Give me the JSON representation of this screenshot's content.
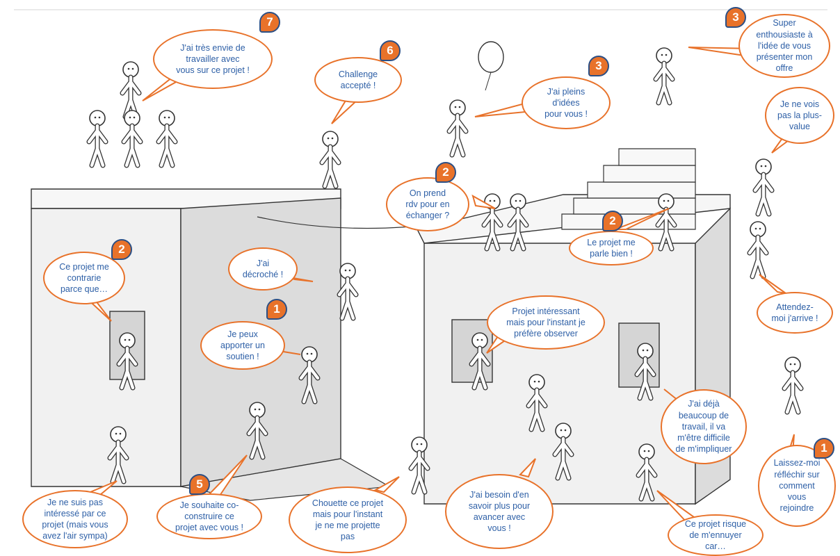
{
  "colors": {
    "accent": "#e8722a",
    "text": "#2d5fa6",
    "badge_border": "#2b4f85",
    "building": "#eeeeee",
    "outline": "#333333"
  },
  "bubbles": [
    {
      "id": "b7",
      "text": "J'ai très envie de\ntravailler avec\nvous sur ce projet !",
      "badge": "7"
    },
    {
      "id": "b6",
      "text": "Challenge\naccepté !",
      "badge": "6"
    },
    {
      "id": "b3a",
      "text": "J'ai pleins\nd'idées\npour vous !",
      "badge": "3"
    },
    {
      "id": "b3b",
      "text": "Super\nenthousiaste à\nl'idée de vous\nprésenter mon\noffre",
      "badge": "3"
    },
    {
      "id": "bnv",
      "text": "Je ne vois\npas la plus-\nvalue",
      "badge": ""
    },
    {
      "id": "b2a",
      "text": "On prend\nrdv pour en\néchanger ?",
      "badge": "2"
    },
    {
      "id": "b2b",
      "text": "Le projet me\nparle bien !",
      "badge": "2"
    },
    {
      "id": "b2c",
      "text": "Ce projet me\ncontrarie\nparce que…",
      "badge": "2"
    },
    {
      "id": "bdec",
      "text": "J'ai\ndécroché !",
      "badge": ""
    },
    {
      "id": "b1a",
      "text": "Je peux\napporter un\nsoutien !",
      "badge": "1"
    },
    {
      "id": "bobs",
      "text": "Projet intéressant\nmais pour l'instant je\npréfère observer",
      "badge": ""
    },
    {
      "id": "batt",
      "text": "Attendez-\nmoi j'arrive !",
      "badge": ""
    },
    {
      "id": "btrav",
      "text": "J'ai déjà\nbeaucoup de\ntravail, il va\nm'être difficile\nde m'impliquer",
      "badge": ""
    },
    {
      "id": "b1b",
      "text": "Laissez-moi\nréfléchir sur\ncomment\nvous\nrejoindre",
      "badge": "1"
    },
    {
      "id": "bnsp",
      "text": "Je ne suis pas\nintéressé par ce\nprojet (mais vous\navez l'air sympa)",
      "badge": ""
    },
    {
      "id": "b5",
      "text": "Je souhaite co-\nconstruire ce\nprojet avec vous !",
      "badge": "5"
    },
    {
      "id": "bcho",
      "text": "Chouette ce projet\nmais pour l'instant\nje ne me projette\npas",
      "badge": ""
    },
    {
      "id": "bbes",
      "text": "J'ai besoin d'en\nsavoir plus pour\navancer avec\nvous !",
      "badge": ""
    },
    {
      "id": "bris",
      "text": "Ce projet risque\nde m'ennuyer\ncar…",
      "badge": ""
    }
  ]
}
